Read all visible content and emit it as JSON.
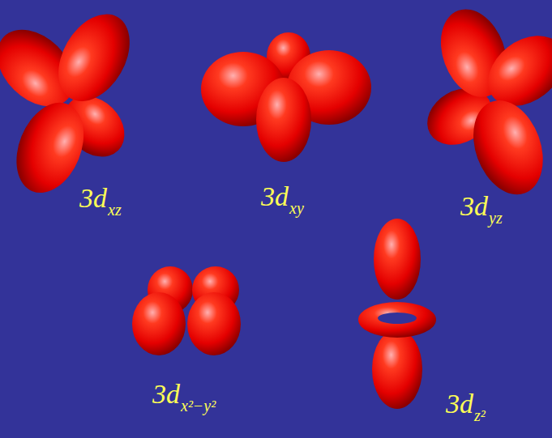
{
  "diagram": {
    "labels": [
      "3d",
      "xz",
      "3d",
      "xy",
      "3d",
      "yz",
      "3d",
      "x²−y²",
      "3d",
      "z²"
    ]
  }
}
